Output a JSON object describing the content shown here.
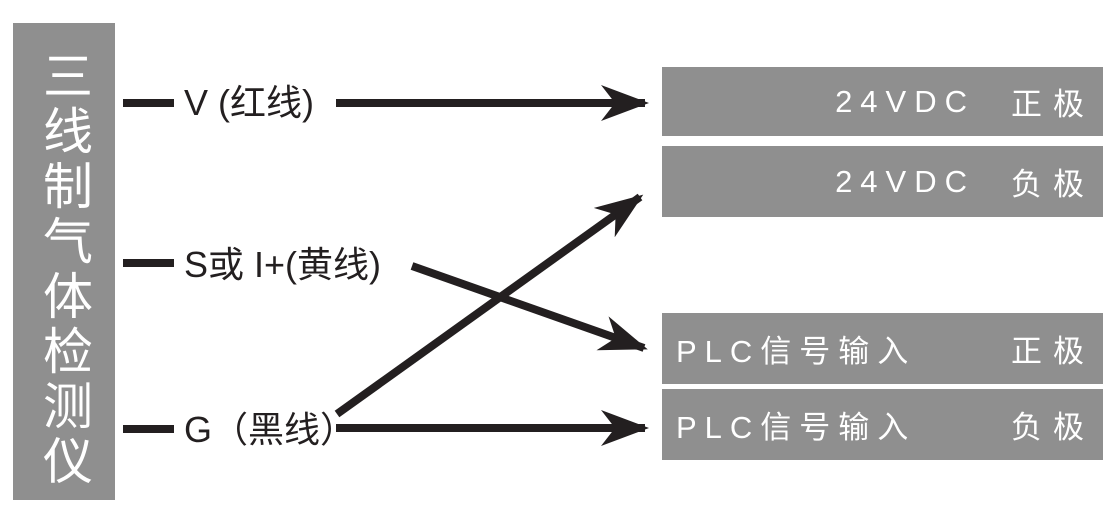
{
  "device": {
    "title": "三线制气体检测仪"
  },
  "wires": [
    {
      "id": "v",
      "label": "V (红线)"
    },
    {
      "id": "s",
      "label": "S或 I+(黄线)"
    },
    {
      "id": "g",
      "label": "G（黑线）"
    }
  ],
  "boxes": [
    {
      "id": "24vdc-positive",
      "main": "24VDC",
      "polarity": "正极"
    },
    {
      "id": "24vdc-negative",
      "main": "24VDC",
      "polarity": "负极"
    },
    {
      "id": "plc-positive",
      "main": "PLC信号输入",
      "polarity": "正极"
    },
    {
      "id": "plc-negative",
      "main": "PLC信号输入",
      "polarity": "负极"
    }
  ],
  "connections": [
    {
      "from": "V (红线)",
      "to": "24VDC 正极"
    },
    {
      "from": "S或 I+(黄线)",
      "to": "PLC信号输入 正极"
    },
    {
      "from": "G（黑线）",
      "to": "24VDC 负极"
    },
    {
      "from": "G（黑线）",
      "to": "PLC信号输入 负极"
    }
  ],
  "colors": {
    "panel_gray": "#8f8f8f",
    "line_black": "#231f20",
    "text_white": "#ffffff"
  }
}
